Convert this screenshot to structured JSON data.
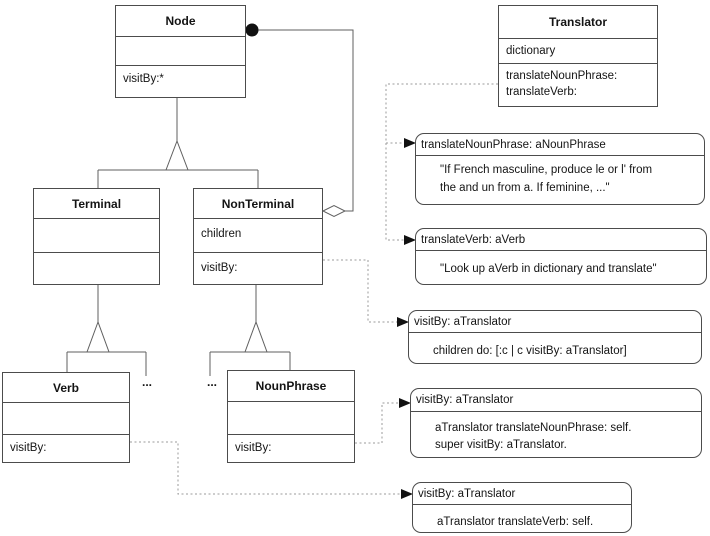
{
  "classes": {
    "node": {
      "title": "Node",
      "attributes": [],
      "methods": [
        "visitBy:*"
      ]
    },
    "translator": {
      "title": "Translator",
      "attributes": [
        "dictionary"
      ],
      "methods": [
        "translateNounPhrase:",
        "translateVerb:"
      ]
    },
    "terminal": {
      "title": "Terminal",
      "attributes": [],
      "methods": []
    },
    "nonterminal": {
      "title": "NonTerminal",
      "attributes": [
        "children"
      ],
      "methods": [
        "visitBy:"
      ]
    },
    "verb": {
      "title": "Verb",
      "attributes": [],
      "methods": [
        "visitBy:"
      ]
    },
    "nounphrase": {
      "title": "NounPhrase",
      "attributes": [],
      "methods": [
        "visitBy:"
      ]
    }
  },
  "notes": [
    {
      "header": "translateNounPhrase: aNounPhrase",
      "body": [
        "\"If French masculine, produce le or l' from",
        "the and un from a.  If feminine, ...\""
      ]
    },
    {
      "header": "translateVerb: aVerb",
      "body": [
        "\"Look up aVerb in dictionary and translate\""
      ]
    },
    {
      "header": "visitBy: aTranslator",
      "body": [
        "children do: [:c | c visitBy: aTranslator]"
      ]
    },
    {
      "header": "visitBy: aTranslator",
      "body": [
        "aTranslator translateNounPhrase: self.",
        "super visitBy: aTranslator."
      ]
    },
    {
      "header": "visitBy: aTranslator",
      "body": [
        "aTranslator translateVerb: self."
      ]
    }
  ],
  "ellipsis": {
    "left": "...",
    "right": "..."
  },
  "colors": {
    "background": "#ffffff",
    "line": "#5f5f5f",
    "border": "#4c4c4c",
    "text": "#141414",
    "dotted_connector": "#9b9b9b",
    "filled_marker": "#111111"
  }
}
